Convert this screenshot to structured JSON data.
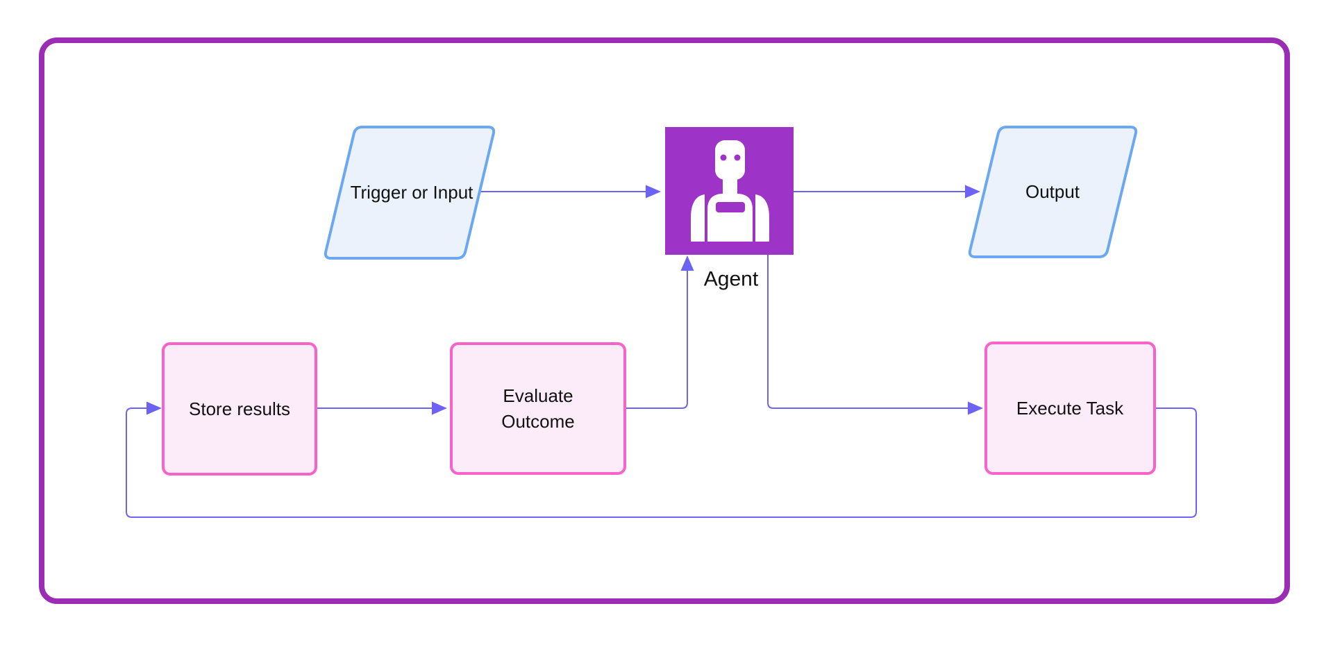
{
  "diagram": {
    "type": "flowchart",
    "nodes": {
      "trigger": {
        "label": "Trigger or Input",
        "shape": "parallelogram"
      },
      "agent": {
        "label": "Agent",
        "shape": "icon-square",
        "icon": "robot-icon"
      },
      "output": {
        "label": "Output",
        "shape": "parallelogram"
      },
      "store": {
        "label": "Store results",
        "shape": "rounded-rect"
      },
      "evaluate": {
        "lines": [
          "Evaluate",
          "Outcome"
        ],
        "shape": "rounded-rect"
      },
      "execute": {
        "label": "Execute Task",
        "shape": "rounded-rect"
      }
    },
    "edges": [
      {
        "from": "trigger",
        "to": "agent"
      },
      {
        "from": "agent",
        "to": "output"
      },
      {
        "from": "store",
        "to": "evaluate"
      },
      {
        "from": "evaluate",
        "to": "agent"
      },
      {
        "from": "agent",
        "to": "execute"
      },
      {
        "from": "execute",
        "to": "store"
      }
    ],
    "colors": {
      "frame_purple": "#9B2DB5",
      "connector": "#6C63F2",
      "io_fill": "#EBF2FC",
      "io_border": "#6CA8F2",
      "process_fill": "#FCEBF8",
      "process_border": "#F763C8",
      "agent_purple": "#9D34C7",
      "text": "#111111"
    }
  }
}
